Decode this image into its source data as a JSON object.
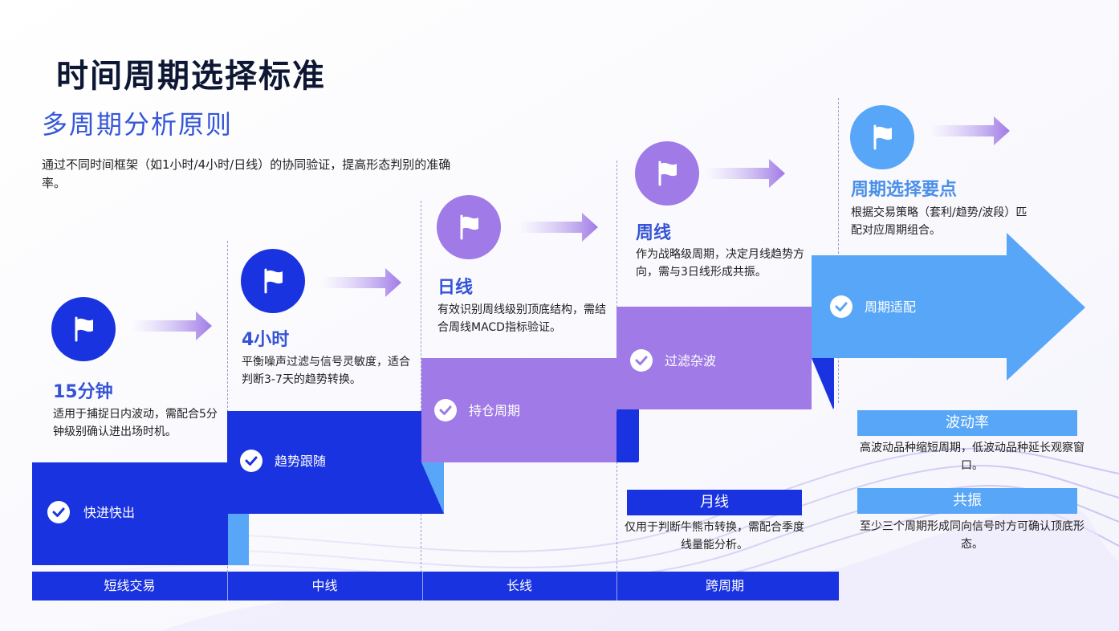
{
  "header": {
    "title": "时间周期选择标准",
    "subtitle": "多周期分析原则",
    "intro": "通过不同时间框架（如1小时/4小时/日线）的协同验证，提高形态判别的准确率。"
  },
  "steps": [
    {
      "title": "15分钟",
      "desc": "适用于捕捉日内波动，需配合5分钟级别确认进出场时机。",
      "bar_label": "快进快出",
      "icon": "flag-icon",
      "color": "#1a33e0"
    },
    {
      "title": "4小时",
      "desc": "平衡噪声过滤与信号灵敏度，适合判断3-7天的趋势转换。",
      "bar_label": "趋势跟随",
      "icon": "flag-icon",
      "color": "#1a33e0"
    },
    {
      "title": "日线",
      "desc": "有效识别周线级别顶底结构，需结合周线MACD指标验证。",
      "bar_label": "持仓周期",
      "icon": "flag-icon",
      "color": "#a07ae6"
    },
    {
      "title": "周线",
      "desc": "作为战略级周期，决定月线趋势方向，需与3日线形成共振。",
      "bar_label": "过滤杂波",
      "icon": "flag-icon",
      "color": "#a07ae6"
    },
    {
      "title": "周期选择要点",
      "desc": "根据交易策略（套利/趋势/波段）匹配对应周期组合。",
      "bar_label": "周期适配",
      "icon": "flag-icon",
      "color": "#57a6f7"
    }
  ],
  "footer": [
    "短线交易",
    "中线",
    "长线",
    "跨周期"
  ],
  "tags": [
    {
      "label": "月线",
      "desc": "仅用于判断牛熊市转换，需配合季度线量能分析。"
    },
    {
      "label": "波动率",
      "desc": "高波动品种缩短周期，低波动品种延长观察窗口。"
    },
    {
      "label": "共振",
      "desc": "至少三个周期形成同向信号时方可确认顶底形态。"
    }
  ],
  "colors": {
    "accent_blue": "#1a33e0",
    "accent_purple": "#a07ae6",
    "accent_light_blue": "#57a6f7",
    "tag_blue": "#57a6f7"
  }
}
